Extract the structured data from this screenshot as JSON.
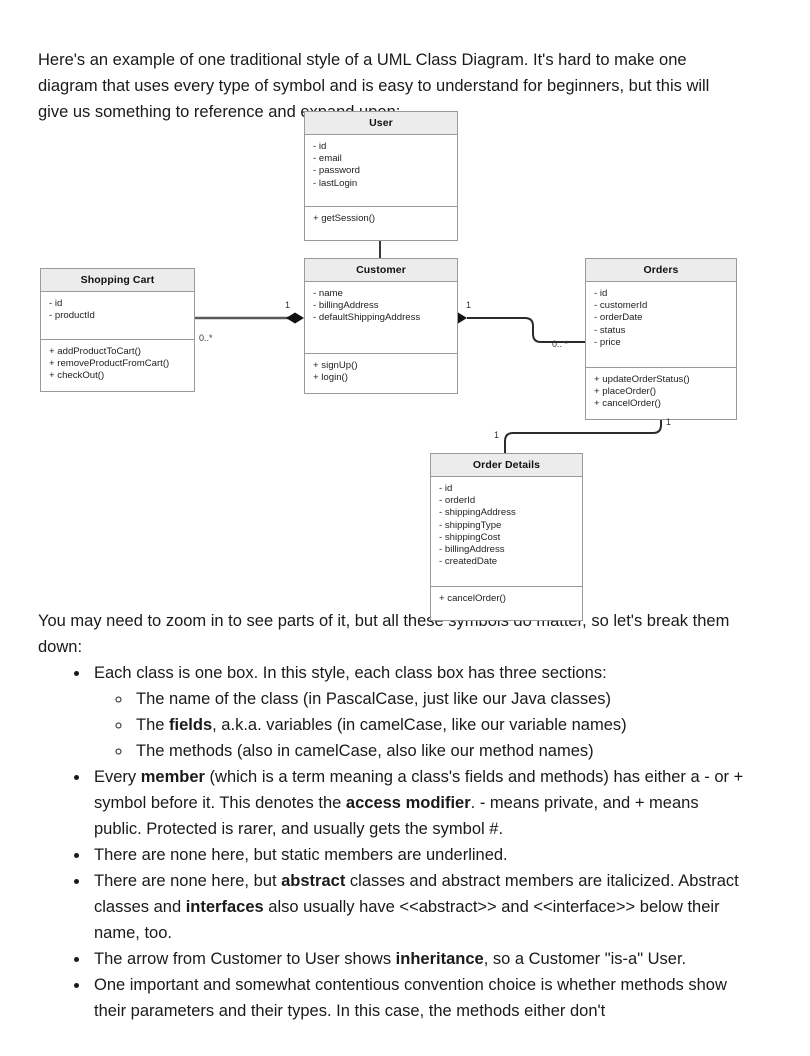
{
  "document": {
    "intro_paragraph": "Here's an example of one traditional style of a UML Class Diagram. It's hard to make one diagram that uses every type of symbol and is easy to understand for beginners, but this will give us something to reference and expand upon:",
    "lead_paragraph": "You may need to zoom in to see parts of it, but all these symbols do matter, so let's break them down:"
  },
  "diagram": {
    "type": "uml-class-diagram",
    "classes": [
      {
        "id": "user",
        "name": "User",
        "fields": [
          "- id",
          "- email",
          "- password",
          "- lastLogin"
        ],
        "methods": [
          "+ getSession()"
        ]
      },
      {
        "id": "shopping-cart",
        "name": "Shopping Cart",
        "fields": [
          "- id",
          "- productId"
        ],
        "methods": [
          "+ addProductToCart()",
          "+ removeProductFromCart()",
          "+ checkOut()"
        ]
      },
      {
        "id": "customer",
        "name": "Customer",
        "fields": [
          "- name",
          "- billingAddress",
          "- defaultShippingAddress"
        ],
        "methods": [
          "+ signUp()",
          "+ login()"
        ]
      },
      {
        "id": "orders",
        "name": "Orders",
        "fields": [
          "- id",
          "- customerId",
          "- orderDate",
          "- status",
          "- price"
        ],
        "methods": [
          "+ updateOrderStatus()",
          "+ placeOrder()",
          "+ cancelOrder()"
        ]
      },
      {
        "id": "order-details",
        "name": "Order Details",
        "fields": [
          "- id",
          "- orderId",
          "- shippingAddress",
          "- shippingType",
          "- shippingCost",
          "- billingAddress",
          "- createdDate"
        ],
        "methods": [
          "+ cancelOrder()"
        ]
      }
    ],
    "relationships": [
      {
        "id": "customer-user",
        "from": "customer",
        "to": "user",
        "kind": "inheritance",
        "source_multiplicity": "",
        "target_multiplicity": ""
      },
      {
        "id": "cart-customer",
        "from": "shopping-cart",
        "to": "customer",
        "kind": "composition",
        "source_multiplicity": "0..*",
        "target_multiplicity": "1"
      },
      {
        "id": "customer-orders",
        "from": "customer",
        "to": "orders",
        "kind": "composition",
        "source_multiplicity": "1",
        "target_multiplicity": "0.. *"
      },
      {
        "id": "orders-orderdetails",
        "from": "orders",
        "to": "order-details",
        "kind": "composition",
        "source_multiplicity": "1",
        "target_multiplicity": "1"
      }
    ],
    "multiplicity_labels": {
      "cart_source": "0..*",
      "cart_target": "1",
      "orders_source": "1",
      "orders_target": "0.. *",
      "details_source": "1",
      "details_target": "1"
    }
  },
  "bullets": {
    "b1_lead": "Each class is one box. In this style, each class box has three sections:",
    "b1_sub1": "The name of the class (in PascalCase, just like our Java classes)",
    "b1_sub2_pre": "The ",
    "b1_sub2_bold": "fields",
    "b1_sub2_post": ", a.k.a. variables (in camelCase, like our variable names)",
    "b1_sub3": "The methods (also in camelCase, also like our method names)",
    "b2_pre": "Every ",
    "b2_bold1": "member",
    "b2_mid": " (which is a term meaning a class's fields and methods) has either a - or + symbol before it. This denotes the ",
    "b2_bold2": "access modifier",
    "b2_post": ". - means private, and + means public. Protected is rarer, and usually gets the symbol #.",
    "b3": "There are none here, but static members are underlined.",
    "b4_pre": "There are none here, but ",
    "b4_bold1": "abstract",
    "b4_mid": " classes and abstract members are italicized. Abstract classes and ",
    "b4_bold2": "interfaces",
    "b4_post": " also usually have <<abstract>> and <<interface>> below their name, too.",
    "b5_pre": "The arrow from Customer to User shows ",
    "b5_bold": "inheritance",
    "b5_post": ", so a Customer \"is-a\" User.",
    "b6": "One important and somewhat contentious convention choice is whether methods show their parameters and their types. In this case, the methods either don't"
  },
  "colors": {
    "box_border": "#9a9a9a",
    "title_fill": "#ececec",
    "connector": "#3a3a3a",
    "text": "#1a1a1a",
    "page_bg": "#ffffff"
  }
}
